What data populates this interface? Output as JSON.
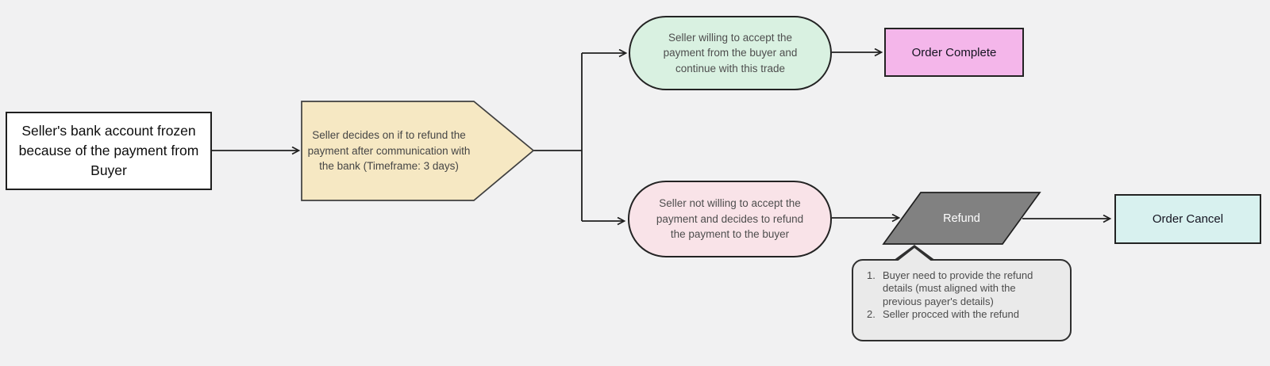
{
  "canvas": {
    "background": "#f1f1f2",
    "border_color": "#1f1f1f",
    "connector_color": "#1f1f1f"
  },
  "nodes": {
    "start": {
      "shape": "rectangle",
      "fill": "#ffffff",
      "text": "Seller's bank account frozen because of the payment from Buyer"
    },
    "decision": {
      "shape": "pentagon-arrow",
      "fill": "#f6e8c3",
      "text": "Seller decides on if to refund the payment after communication with the bank (Timeframe: 3 days)"
    },
    "accept": {
      "shape": "stadium",
      "fill": "#d9f1e1",
      "text": "Seller willing to accept the payment from the buyer and continue with this trade"
    },
    "order_complete": {
      "shape": "rectangle",
      "fill": "#f4b6ea",
      "label": "Order Complete"
    },
    "reject": {
      "shape": "stadium",
      "fill": "#f9e3e8",
      "text": "Seller not willing to accept the payment and decides to refund the payment to the buyer"
    },
    "refund": {
      "shape": "parallelogram",
      "fill": "#818181",
      "text_color": "#ffffff",
      "label": "Refund"
    },
    "order_cancel": {
      "shape": "rectangle",
      "fill": "#d8f1ef",
      "label": "Order Cancel"
    },
    "refund_note": {
      "shape": "speech-bubble-note",
      "fill": "#eaeaea",
      "items": [
        {
          "num": "1.",
          "text": "Buyer need to provide the refund details (must aligned with the previous payer's details)"
        },
        {
          "num": "2.",
          "text": "Seller procced with the refund"
        }
      ]
    }
  },
  "edges": [
    {
      "from": "start",
      "to": "decision"
    },
    {
      "from": "decision",
      "to": "accept"
    },
    {
      "from": "decision",
      "to": "reject"
    },
    {
      "from": "accept",
      "to": "order_complete"
    },
    {
      "from": "reject",
      "to": "refund"
    },
    {
      "from": "refund",
      "to": "order_cancel"
    },
    {
      "from": "refund",
      "to": "refund_note",
      "style": "note-pointer"
    }
  ]
}
